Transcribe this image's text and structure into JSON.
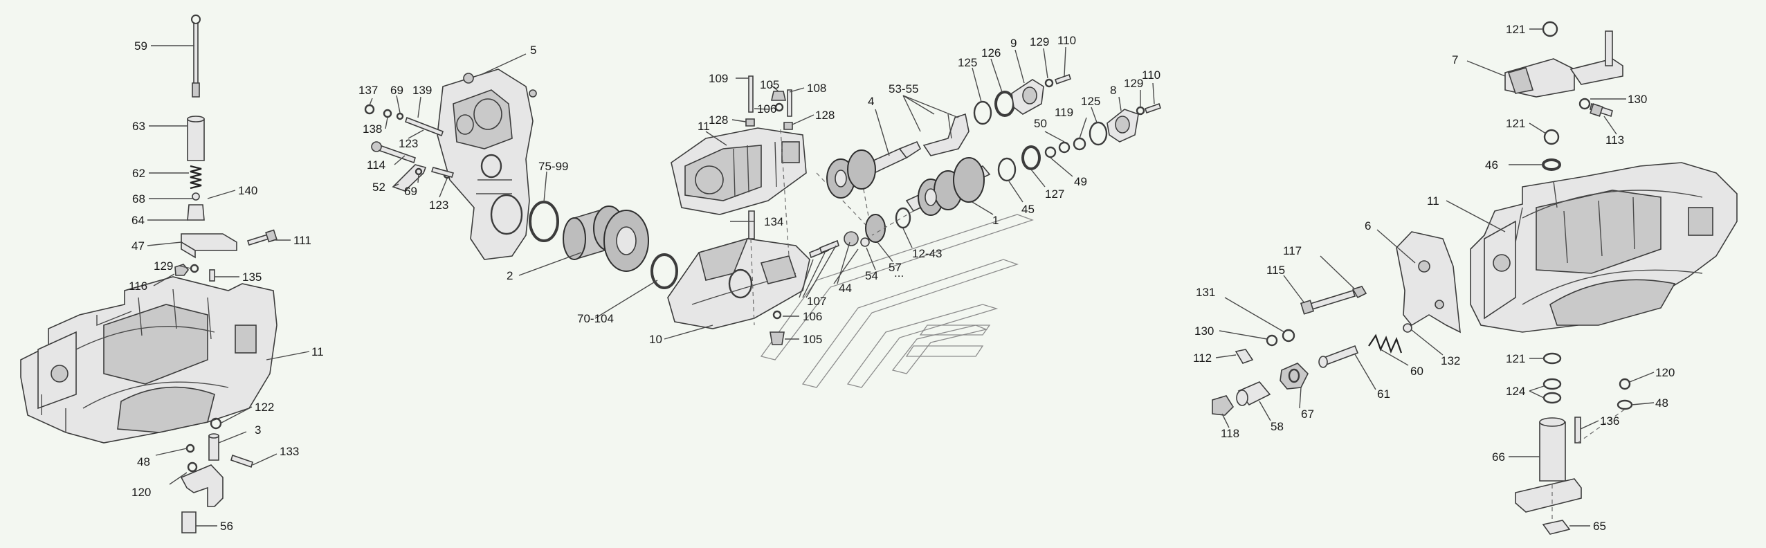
{
  "labels": {
    "l59": "59",
    "l63": "63",
    "l62": "62",
    "l68": "68",
    "l140": "140",
    "l64": "64",
    "l47": "47",
    "l111": "111",
    "l129a": "129",
    "l116": "116",
    "l135": "135",
    "l11a": "11",
    "l122": "122",
    "l3": "3",
    "l48a": "48",
    "l133": "133",
    "l120a": "120",
    "l56": "56",
    "l5": "5",
    "l137": "137",
    "l69a": "69",
    "l139": "139",
    "l138": "138",
    "l123a": "123",
    "l114": "114",
    "l52": "52",
    "l69b": "69",
    "l123b": "123",
    "l75_99": "75-99",
    "l2": "2",
    "l70_104": "70-104",
    "l109": "109",
    "l105a": "105",
    "l108": "108",
    "l106a": "106",
    "l128a": "128",
    "l128b": "128",
    "l11b": "11",
    "l134": "134",
    "l107": "107",
    "l44": "44",
    "l106b": "106",
    "l105b": "105",
    "l10": "10",
    "l4": "4",
    "l53_55": "53-55",
    "l125a": "125",
    "l126": "126",
    "l9": "9",
    "l129b": "129",
    "l110a": "110",
    "l8": "8",
    "l129c": "129",
    "l110b": "110",
    "l125b": "125",
    "l50": "50",
    "l119": "119",
    "l49": "49",
    "l127": "127",
    "l45": "45",
    "l1": "1",
    "l12_43": "12-43",
    "l57": "57",
    "l54": "54",
    "l57dots": "...",
    "l121a": "121",
    "l7": "7",
    "l130a": "130",
    "l121b": "121",
    "l113": "113",
    "l46": "46",
    "l11c": "11",
    "l6": "6",
    "l117": "117",
    "l115": "115",
    "l131": "131",
    "l130b": "130",
    "l112": "112",
    "l60": "60",
    "l132": "132",
    "l61": "61",
    "l67": "67",
    "l58": "58",
    "l118": "118",
    "l121c": "121",
    "l120b": "120",
    "l124": "124",
    "l48b": "48",
    "l136": "136",
    "l66": "66",
    "l65": "65"
  }
}
